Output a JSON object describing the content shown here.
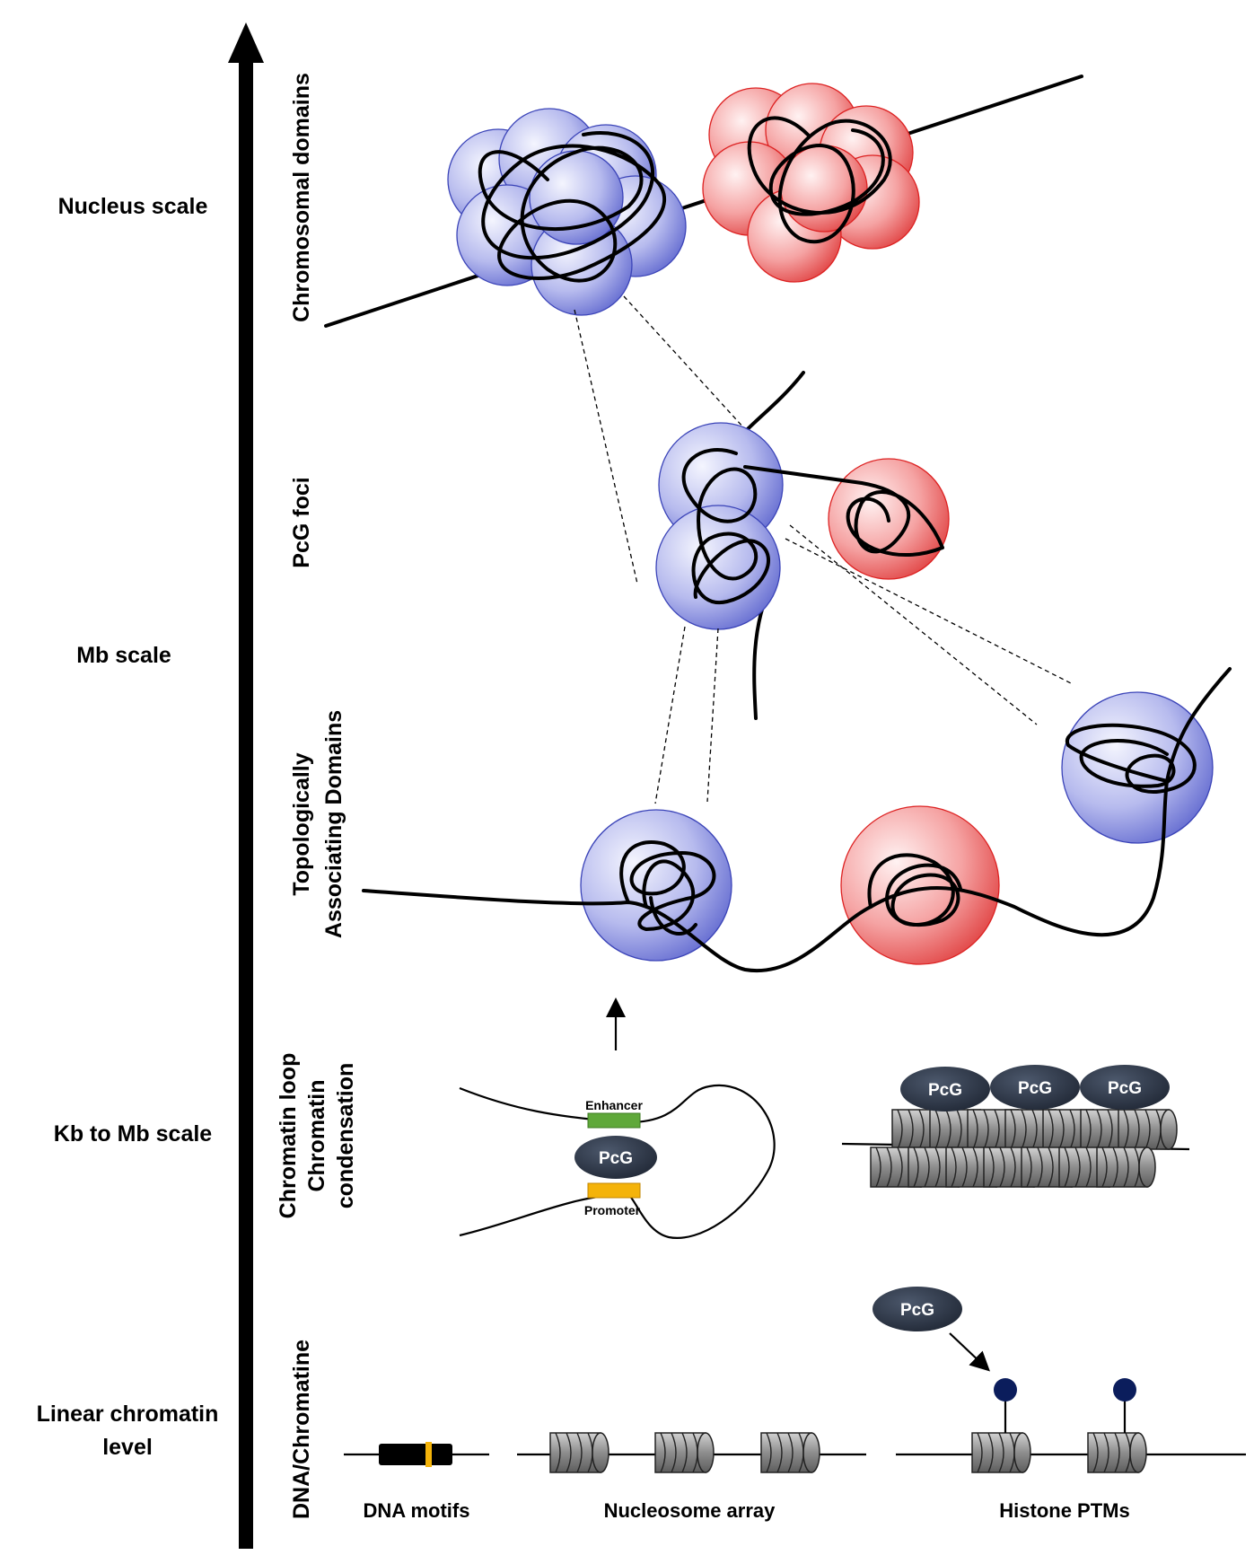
{
  "scale_labels": {
    "nucleus": "Nucleus scale",
    "mb": "Mb scale",
    "kb_mb": "Kb to Mb scale",
    "linear_line1": "Linear chromatin",
    "linear_line2": "level"
  },
  "vertical_labels": {
    "chromosomal_domains": "Chromosomal domains",
    "pcg_foci": "PcG foci",
    "tad_line1": "Topologically",
    "tad_line2": "Associating Domains",
    "loop_line1": "Chromatin loop",
    "loop_line2": "Chromatin",
    "loop_line3": "condensation",
    "dna_chromatine": "DNA/Chromatine"
  },
  "bottom_labels": {
    "dna_motifs": "DNA motifs",
    "nucleosome_array": "Nucleosome array",
    "histone_ptms": "Histone PTMs"
  },
  "element_labels": {
    "enhancer": "Enhancer",
    "promoter": "Promoter",
    "pcg": "PcG"
  },
  "colors": {
    "blue_domain": "#6b73d6",
    "red_domain": "#e85a5a",
    "enhancer": "#5fa83a",
    "promoter": "#f4b30a",
    "pcg": "#2b3445",
    "ptm_dot": "#0b1d5c",
    "nucleosome": "#8c8c8c"
  }
}
